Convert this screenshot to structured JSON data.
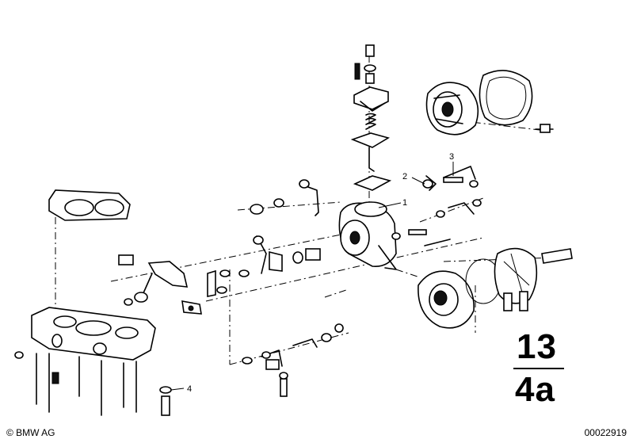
{
  "diagram": {
    "callouts": [
      {
        "id": "1",
        "label": "1"
      },
      {
        "id": "2",
        "label": "2"
      },
      {
        "id": "3",
        "label": "3"
      },
      {
        "id": "4",
        "label": "4"
      }
    ],
    "reference": {
      "top": "13",
      "bottom": "4a"
    }
  },
  "footer": {
    "copyright": "© BMW AG",
    "document_number": "00022919"
  }
}
